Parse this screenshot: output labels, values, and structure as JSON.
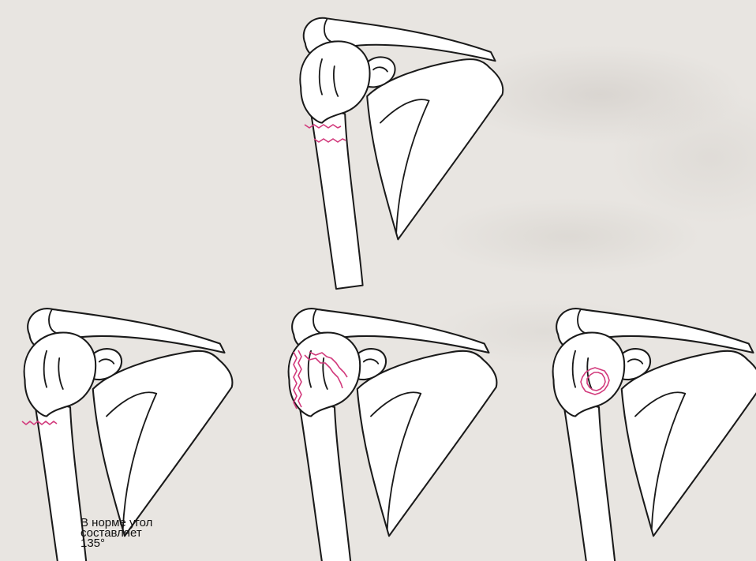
{
  "caption": "В норме угол\nсоставляет\n135°",
  "colors": {
    "background": "#e8e5e1",
    "bone_fill": "#ffffff",
    "outline": "#1a1a1a",
    "fracture_line": "#d23a7c"
  },
  "panels": [
    {
      "id": "top",
      "fracture": "surgical-neck-displaced"
    },
    {
      "id": "bottom-left",
      "fracture": "surgical-neck"
    },
    {
      "id": "bottom-middle",
      "fracture": "greater-tubercle-and-head"
    },
    {
      "id": "bottom-right",
      "fracture": "humeral-head"
    }
  ]
}
